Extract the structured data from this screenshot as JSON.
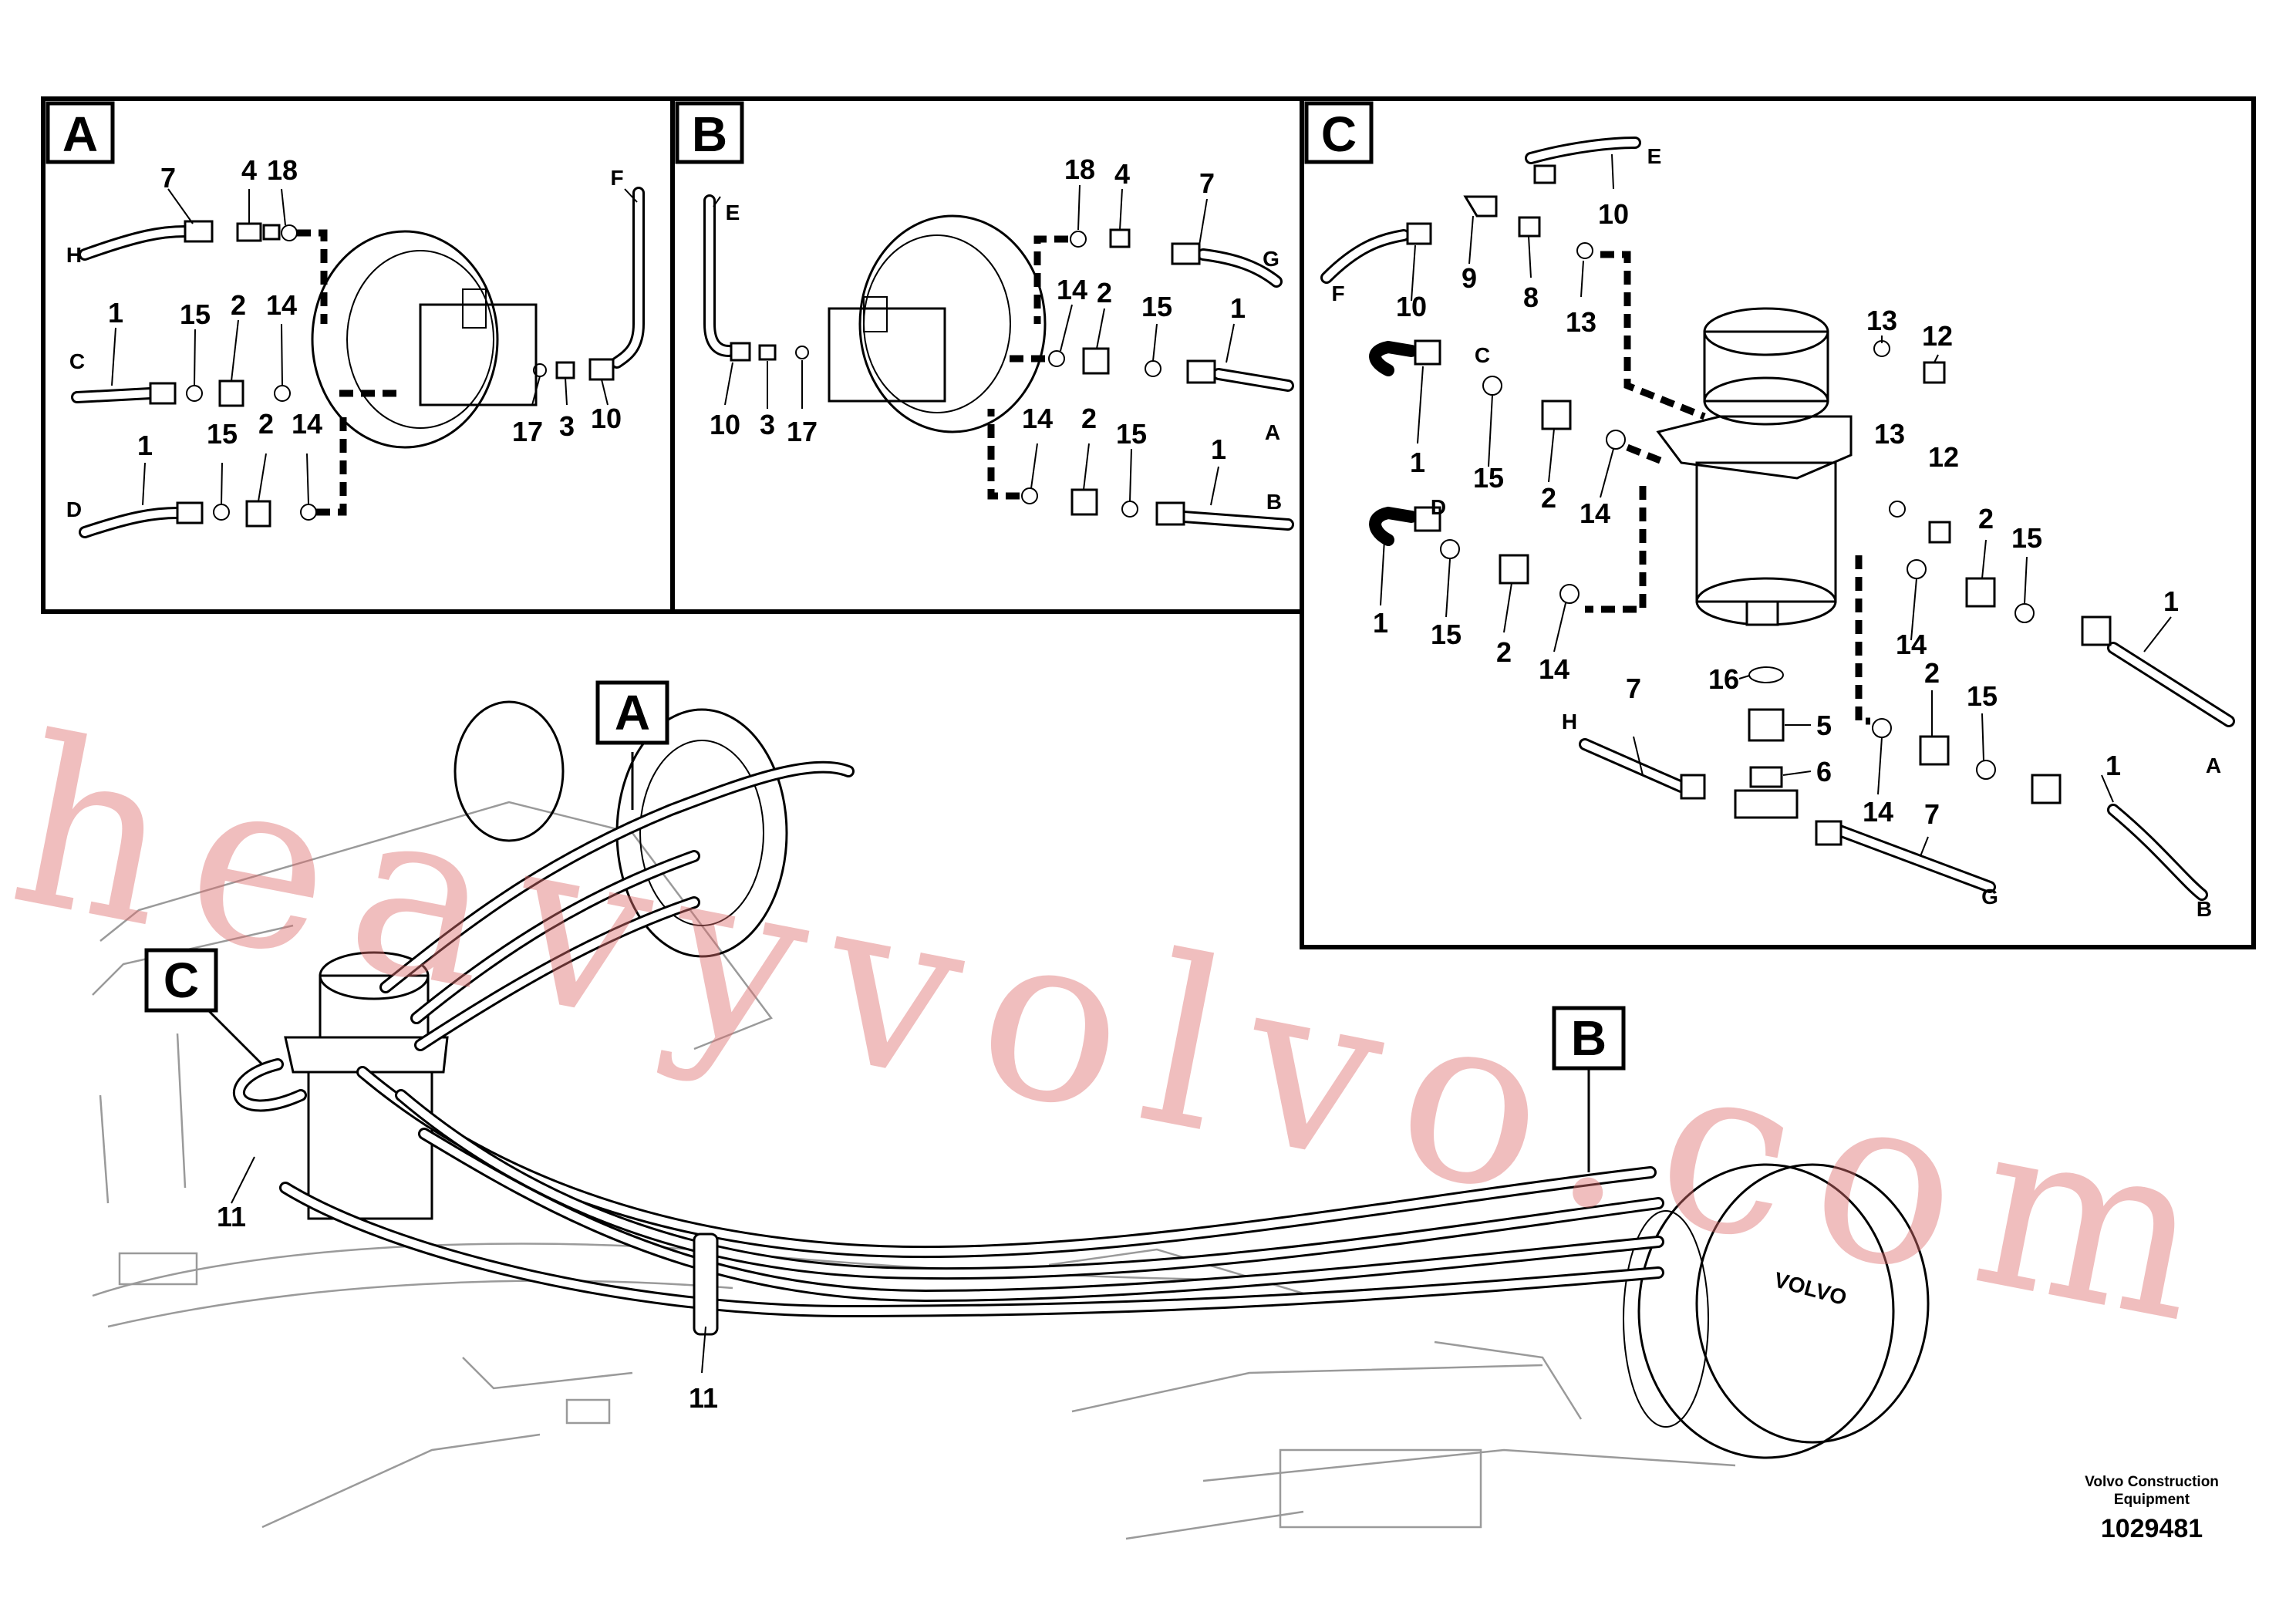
{
  "panels": [
    {
      "id": "A",
      "label": "A"
    },
    {
      "id": "B",
      "label": "B"
    },
    {
      "id": "C",
      "label": "C"
    }
  ],
  "overview_callouts": [
    "A",
    "B",
    "C"
  ],
  "panel_a": {
    "labels": [
      "7",
      "4",
      "18",
      "H",
      "1",
      "15",
      "2",
      "14",
      "C",
      "17",
      "3",
      "10",
      "F",
      "1",
      "15",
      "2",
      "14",
      "D"
    ]
  },
  "panel_b": {
    "labels": [
      "E",
      "18",
      "4",
      "7",
      "G",
      "14",
      "2",
      "15",
      "1",
      "A",
      "10",
      "3",
      "17",
      "14",
      "2",
      "15",
      "1",
      "B"
    ]
  },
  "panel_c": {
    "labels": [
      "E",
      "10",
      "F",
      "10",
      "9",
      "8",
      "13",
      "13",
      "12",
      "C",
      "1",
      "15",
      "2",
      "14",
      "13",
      "12",
      "D",
      "1",
      "15",
      "2",
      "14",
      "2",
      "15",
      "1",
      "14",
      "16",
      "5",
      "6",
      "H",
      "7",
      "14",
      "2",
      "15",
      "1",
      "A",
      "7",
      "G",
      "B"
    ]
  },
  "overview_labels": [
    "11",
    "11"
  ],
  "watermark": "heavyvolvo.com",
  "footer": {
    "brand_line1": "Volvo Construction",
    "brand_line2": "Equipment",
    "drawing_number": "1029481"
  }
}
